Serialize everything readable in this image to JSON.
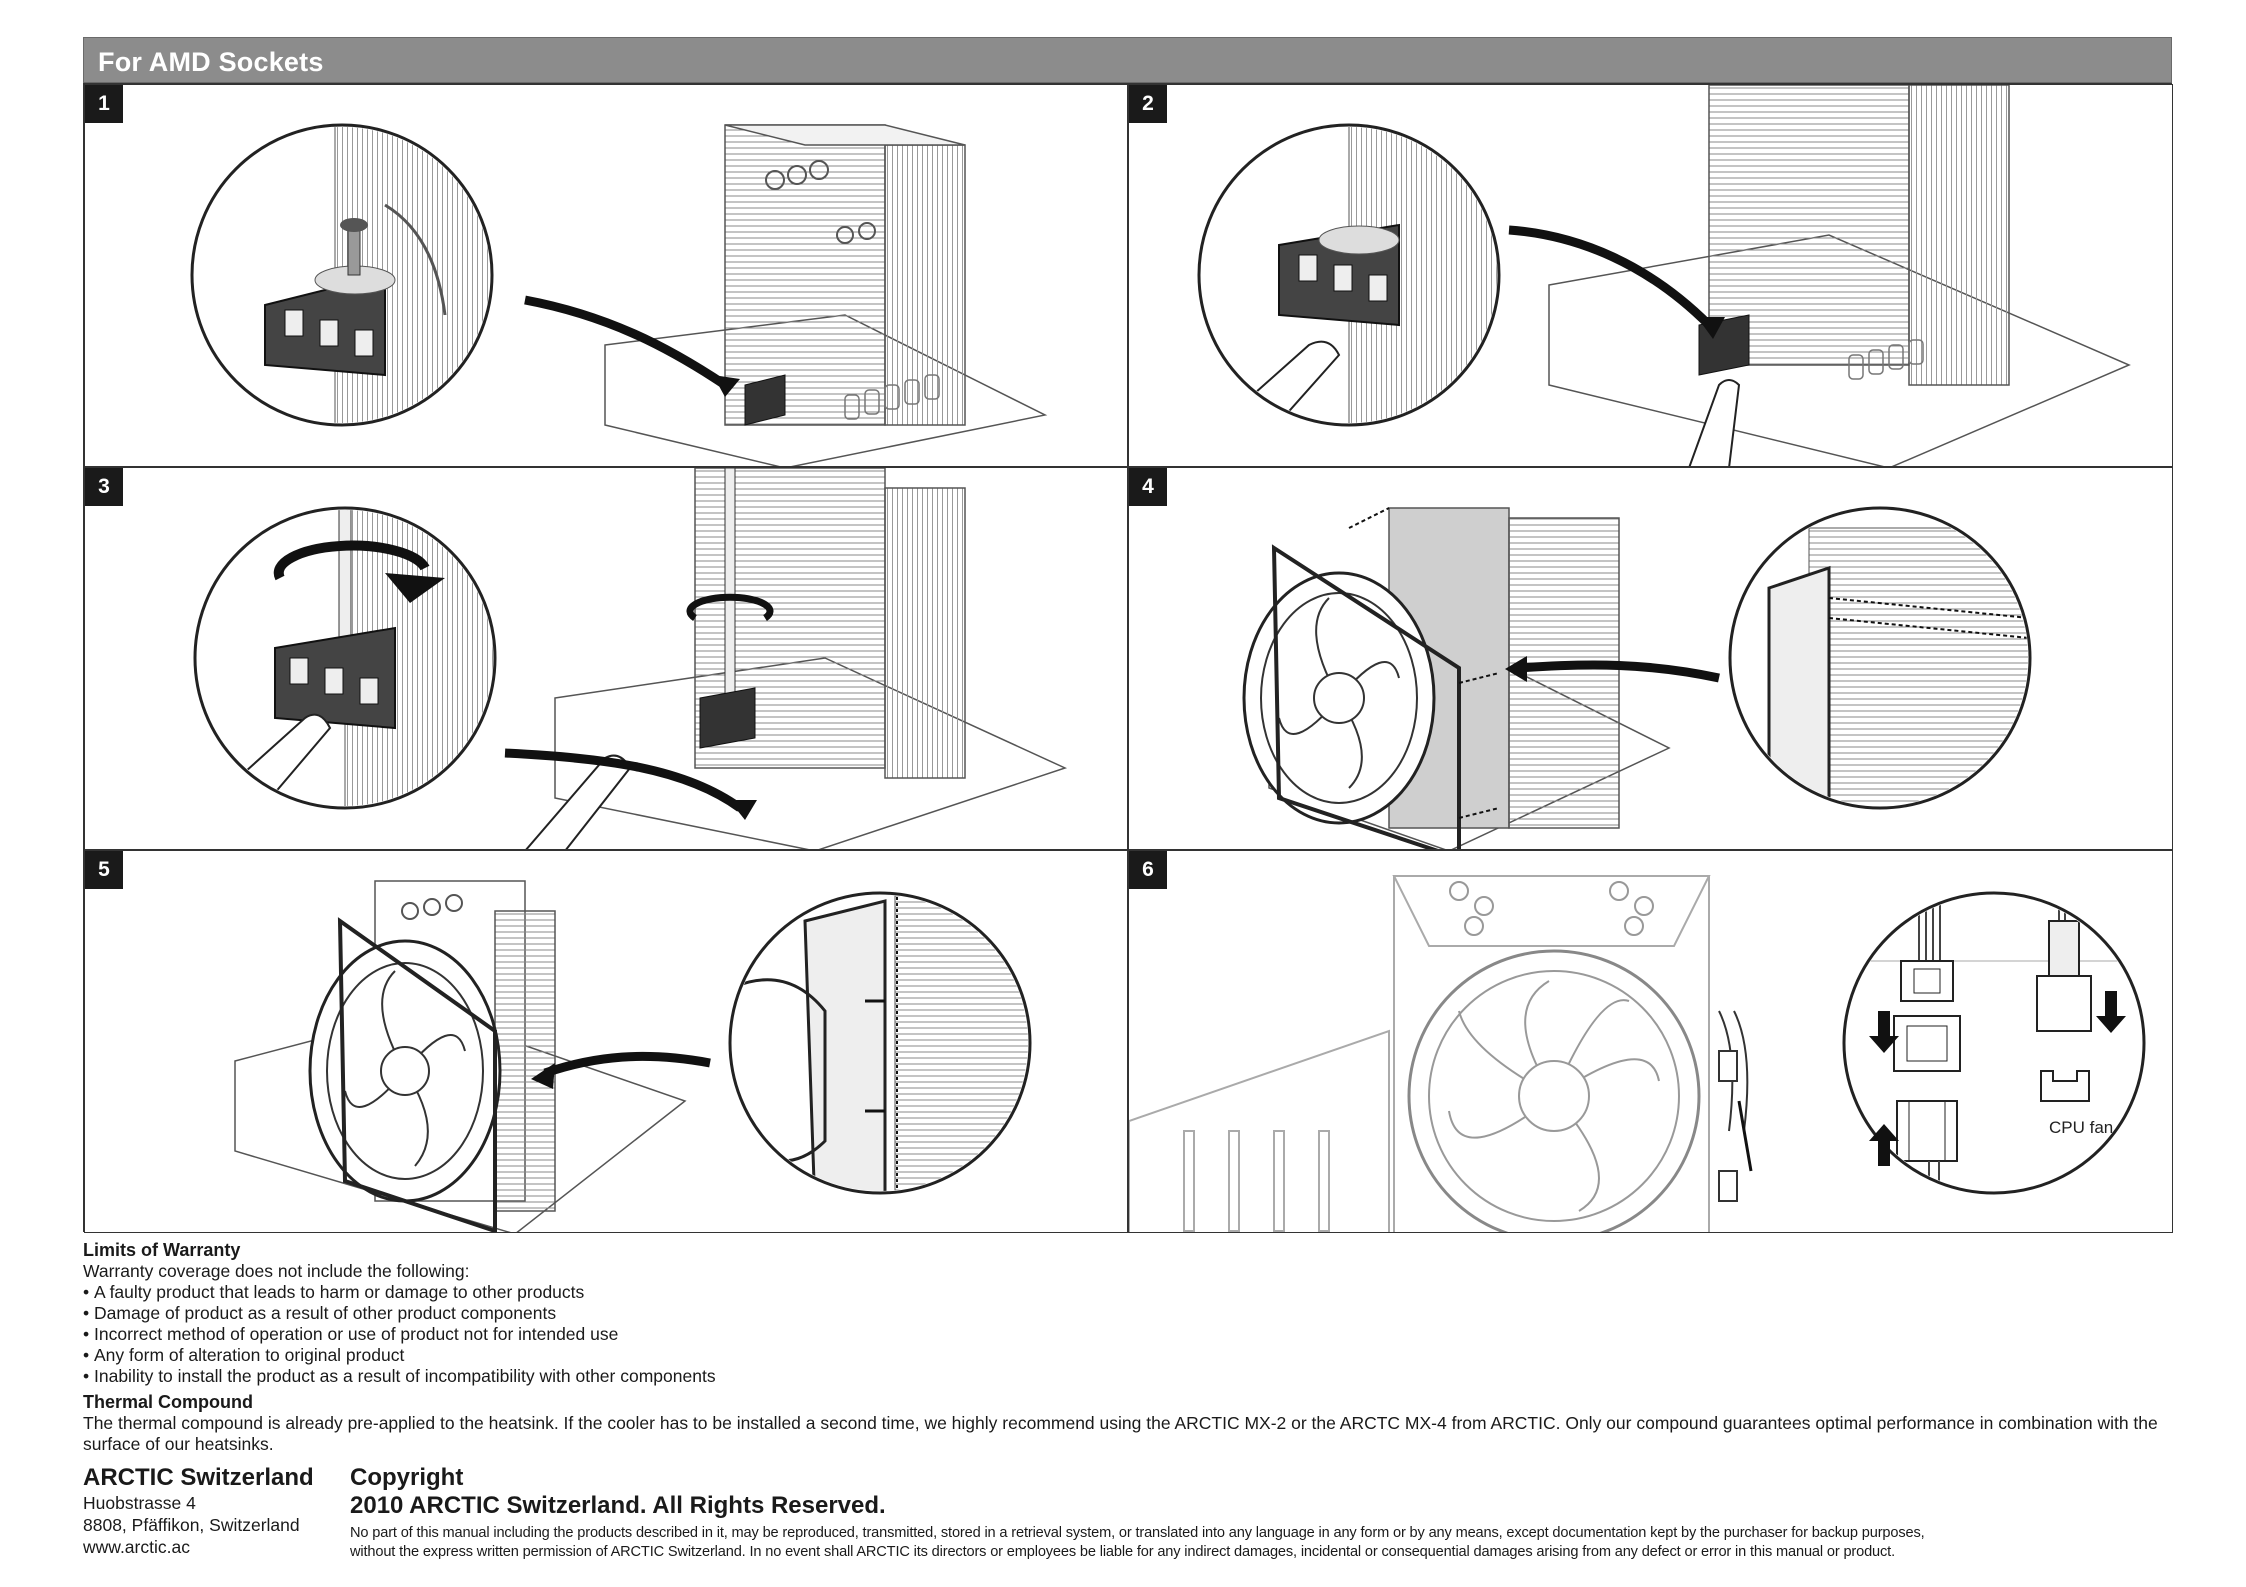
{
  "header": {
    "title": "For AMD Sockets"
  },
  "steps": [
    {
      "number": "1"
    },
    {
      "number": "2"
    },
    {
      "number": "3"
    },
    {
      "number": "4"
    },
    {
      "number": "5"
    },
    {
      "number": "6",
      "connector_label": "CPU fan"
    }
  ],
  "warranty": {
    "heading": "Limits of Warranty",
    "intro": "Warranty coverage does not include the following:",
    "items": [
      "A faulty product that leads to harm or damage to other products",
      "Damage of product as a result of other product components",
      "Incorrect method of operation or use of product not for intended use",
      "Any form of alteration to original product",
      "Inability to install the product as a result of incompatibility with other components"
    ]
  },
  "thermal": {
    "heading": "Thermal Compound",
    "text": "The thermal compound is already pre-applied to the heatsink. If the cooler has to be installed a second time, we highly recommend using the ARCTIC MX-2 or the ARCTC MX-4 from ARCTIC. Only our compound guarantees optimal performance in combination with the surface of our heatsinks."
  },
  "company": {
    "name": "ARCTIC Switzerland",
    "street": "Huobstrasse 4",
    "city": "8808, Pfäffikon, Switzerland",
    "web": "www.arctic.ac"
  },
  "copyright": {
    "heading": "Copyright",
    "line": "2010 ARCTIC Switzerland. All Rights Reserved.",
    "fine_1": "No part of this manual including the products described in it, may be reproduced, transmitted, stored in a retrieval system, or translated into any language in any form or by any means, except documentation kept by the purchaser for backup purposes,",
    "fine_2": "without the express written permission of ARCTIC Switzerland. In no event shall ARCTIC its directors or employees be liable for any indirect damages, incidental or consequential damages arising from any defect or error in this manual or product."
  }
}
